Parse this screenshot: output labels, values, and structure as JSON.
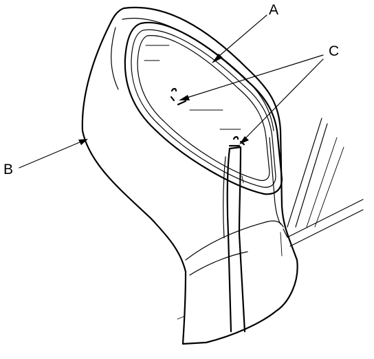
{
  "figure": {
    "callouts": {
      "a": "A",
      "b": "B",
      "c": "C"
    },
    "line_color": "#000000",
    "background": "#ffffff"
  }
}
